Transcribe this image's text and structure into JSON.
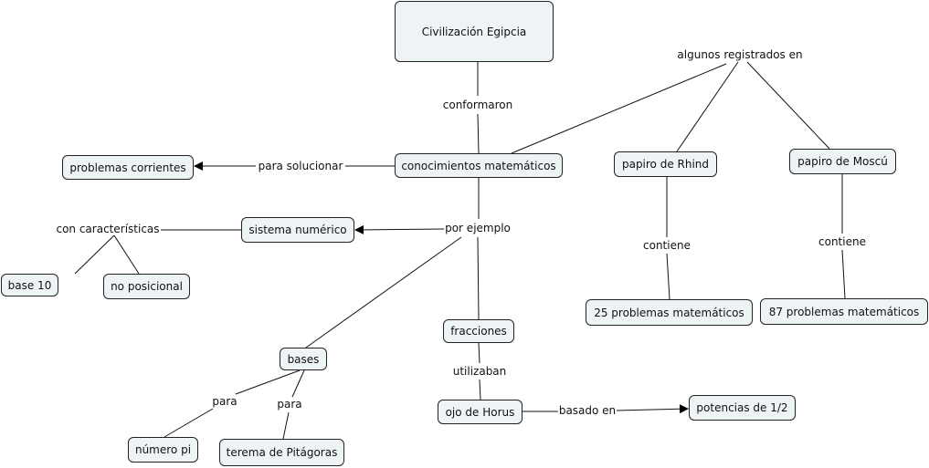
{
  "concepts": {
    "civ": "Civilización Egipcia",
    "con": "conocimientos matemáticos",
    "prob": "problemas corrientes",
    "sis": "sistema numérico",
    "rhind": "papiro de Rhind",
    "moscu": "papiro de Moscú",
    "base10": "base 10",
    "nopos": "no posicional",
    "frac": "fracciones",
    "bases": "bases",
    "p25": "25 problemas matemáticos",
    "p87": "87 problemas matemáticos",
    "horus": "ojo de Horus",
    "pot": "potencias de 1/2",
    "pi": "número pi",
    "pit": "terema de Pitágoras"
  },
  "linking_phrases": {
    "conformaron": "conformaron",
    "registrados": "algunos registrados en",
    "solucionar": "para solucionar",
    "ejemplo": "por ejemplo",
    "caracteristicas": "con características",
    "contiene1": "contiene",
    "contiene2": "contiene",
    "utilizaban": "utilizaban",
    "basado": "basado en",
    "para1": "para",
    "para2": "para"
  },
  "colors": {
    "node_fill": "#eef4f6",
    "node_border": "#222222",
    "line": "#111111"
  }
}
